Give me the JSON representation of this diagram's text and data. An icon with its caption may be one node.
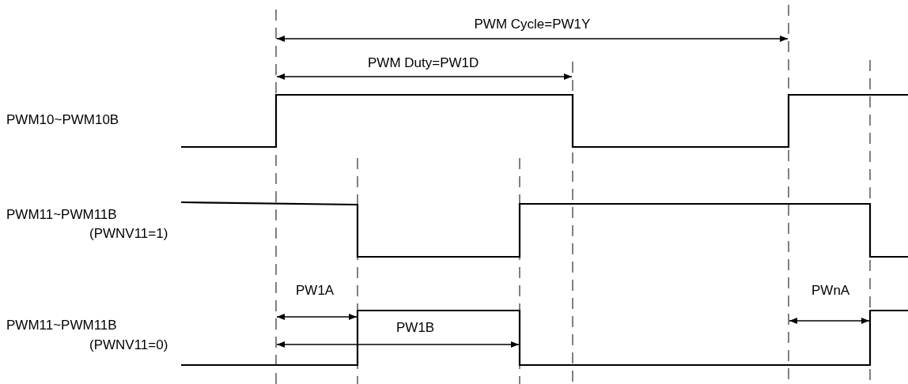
{
  "diagram": {
    "labels": [
      "PWM Cycle=PW1Y",
      "PWM Duty=PW1D",
      "PWM10~PWM10B",
      "PWM11~PWM11B",
      "(PWNV11=1)",
      "PW1A",
      "PWnA",
      "PWM11~PWM11B",
      "PW1B",
      "(PWNV11=0)"
    ]
  }
}
